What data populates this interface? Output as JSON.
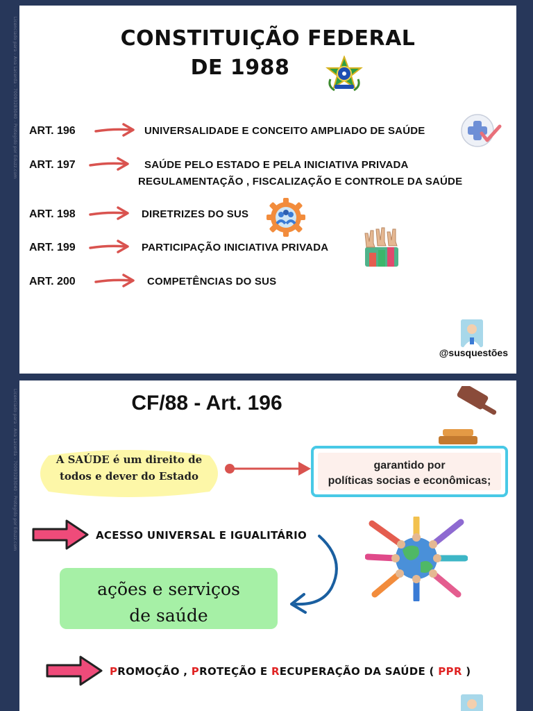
{
  "side_notes": {
    "top": "Licenciado para - Ana Lacerda - 70093283040 - Protegido por Eduzz.com",
    "bottom": "Licenciado para - Ana Lacerda - 70093283040 - Protegido por Eduzz.com"
  },
  "page1": {
    "title_line1": "CONSTITUIÇÃO FEDERAL",
    "title_line2": "DE  1988",
    "articles": [
      {
        "label": "ART. 196",
        "desc": "UNIVERSALIDADE E CONCEITO AMPLIADO DE SAÚDE",
        "icon": "health-cross-icon"
      },
      {
        "label": "ART. 197",
        "desc": "SAÚDE PELO ESTADO E PELA INICIATIVA PRIVADA",
        "desc2": "REGULAMENTAÇÃO , FISCALIZAÇÃO    E    CONTROLE DA SAÚDE"
      },
      {
        "label": "ART. 198",
        "desc": "DIRETRIZES DO SUS",
        "icon": "gear-people-icon"
      },
      {
        "label": "ART. 199",
        "desc": "PARTICIPAÇÃO INICIATIVA PRIVADA",
        "icon": "raised-hands-icon"
      },
      {
        "label": "ART. 200",
        "desc": "COMPETÊNCIAS DO SUS"
      }
    ],
    "handle": "@susquestões"
  },
  "page2": {
    "title": "CF/88 - Art. 196",
    "saude_line1": "A SAÚDE é um direito de",
    "saude_line2": "todos e dever do Estado",
    "garantido_line1": "garantido por",
    "garantido_line2": "políticas socias e econômicas;",
    "acesso": "ACESSO UNIVERSAL E IGUALITÁRIO",
    "acoes_line1": "ações e serviços",
    "acoes_line2": "de saúde",
    "ppr": {
      "p1_first": "P",
      "p1_rest": "ROMOÇÃO , ",
      "p2_first": "P",
      "p2_rest": "ROTEÇÃO E ",
      "r_first": "R",
      "r_rest": "ECUPERAÇÃO DA SAÚDE ( ",
      "abbr": "PPR",
      "close": " )"
    }
  },
  "colors": {
    "frame": "#27375a",
    "arrow_red": "#d9534f",
    "pink_arrow": "#ef4b7a",
    "cyan_border": "#48c9e6",
    "green_box": "#a6f0a6",
    "yellow_blob": "#fdf7a8",
    "ppr_red": "#e02424"
  }
}
